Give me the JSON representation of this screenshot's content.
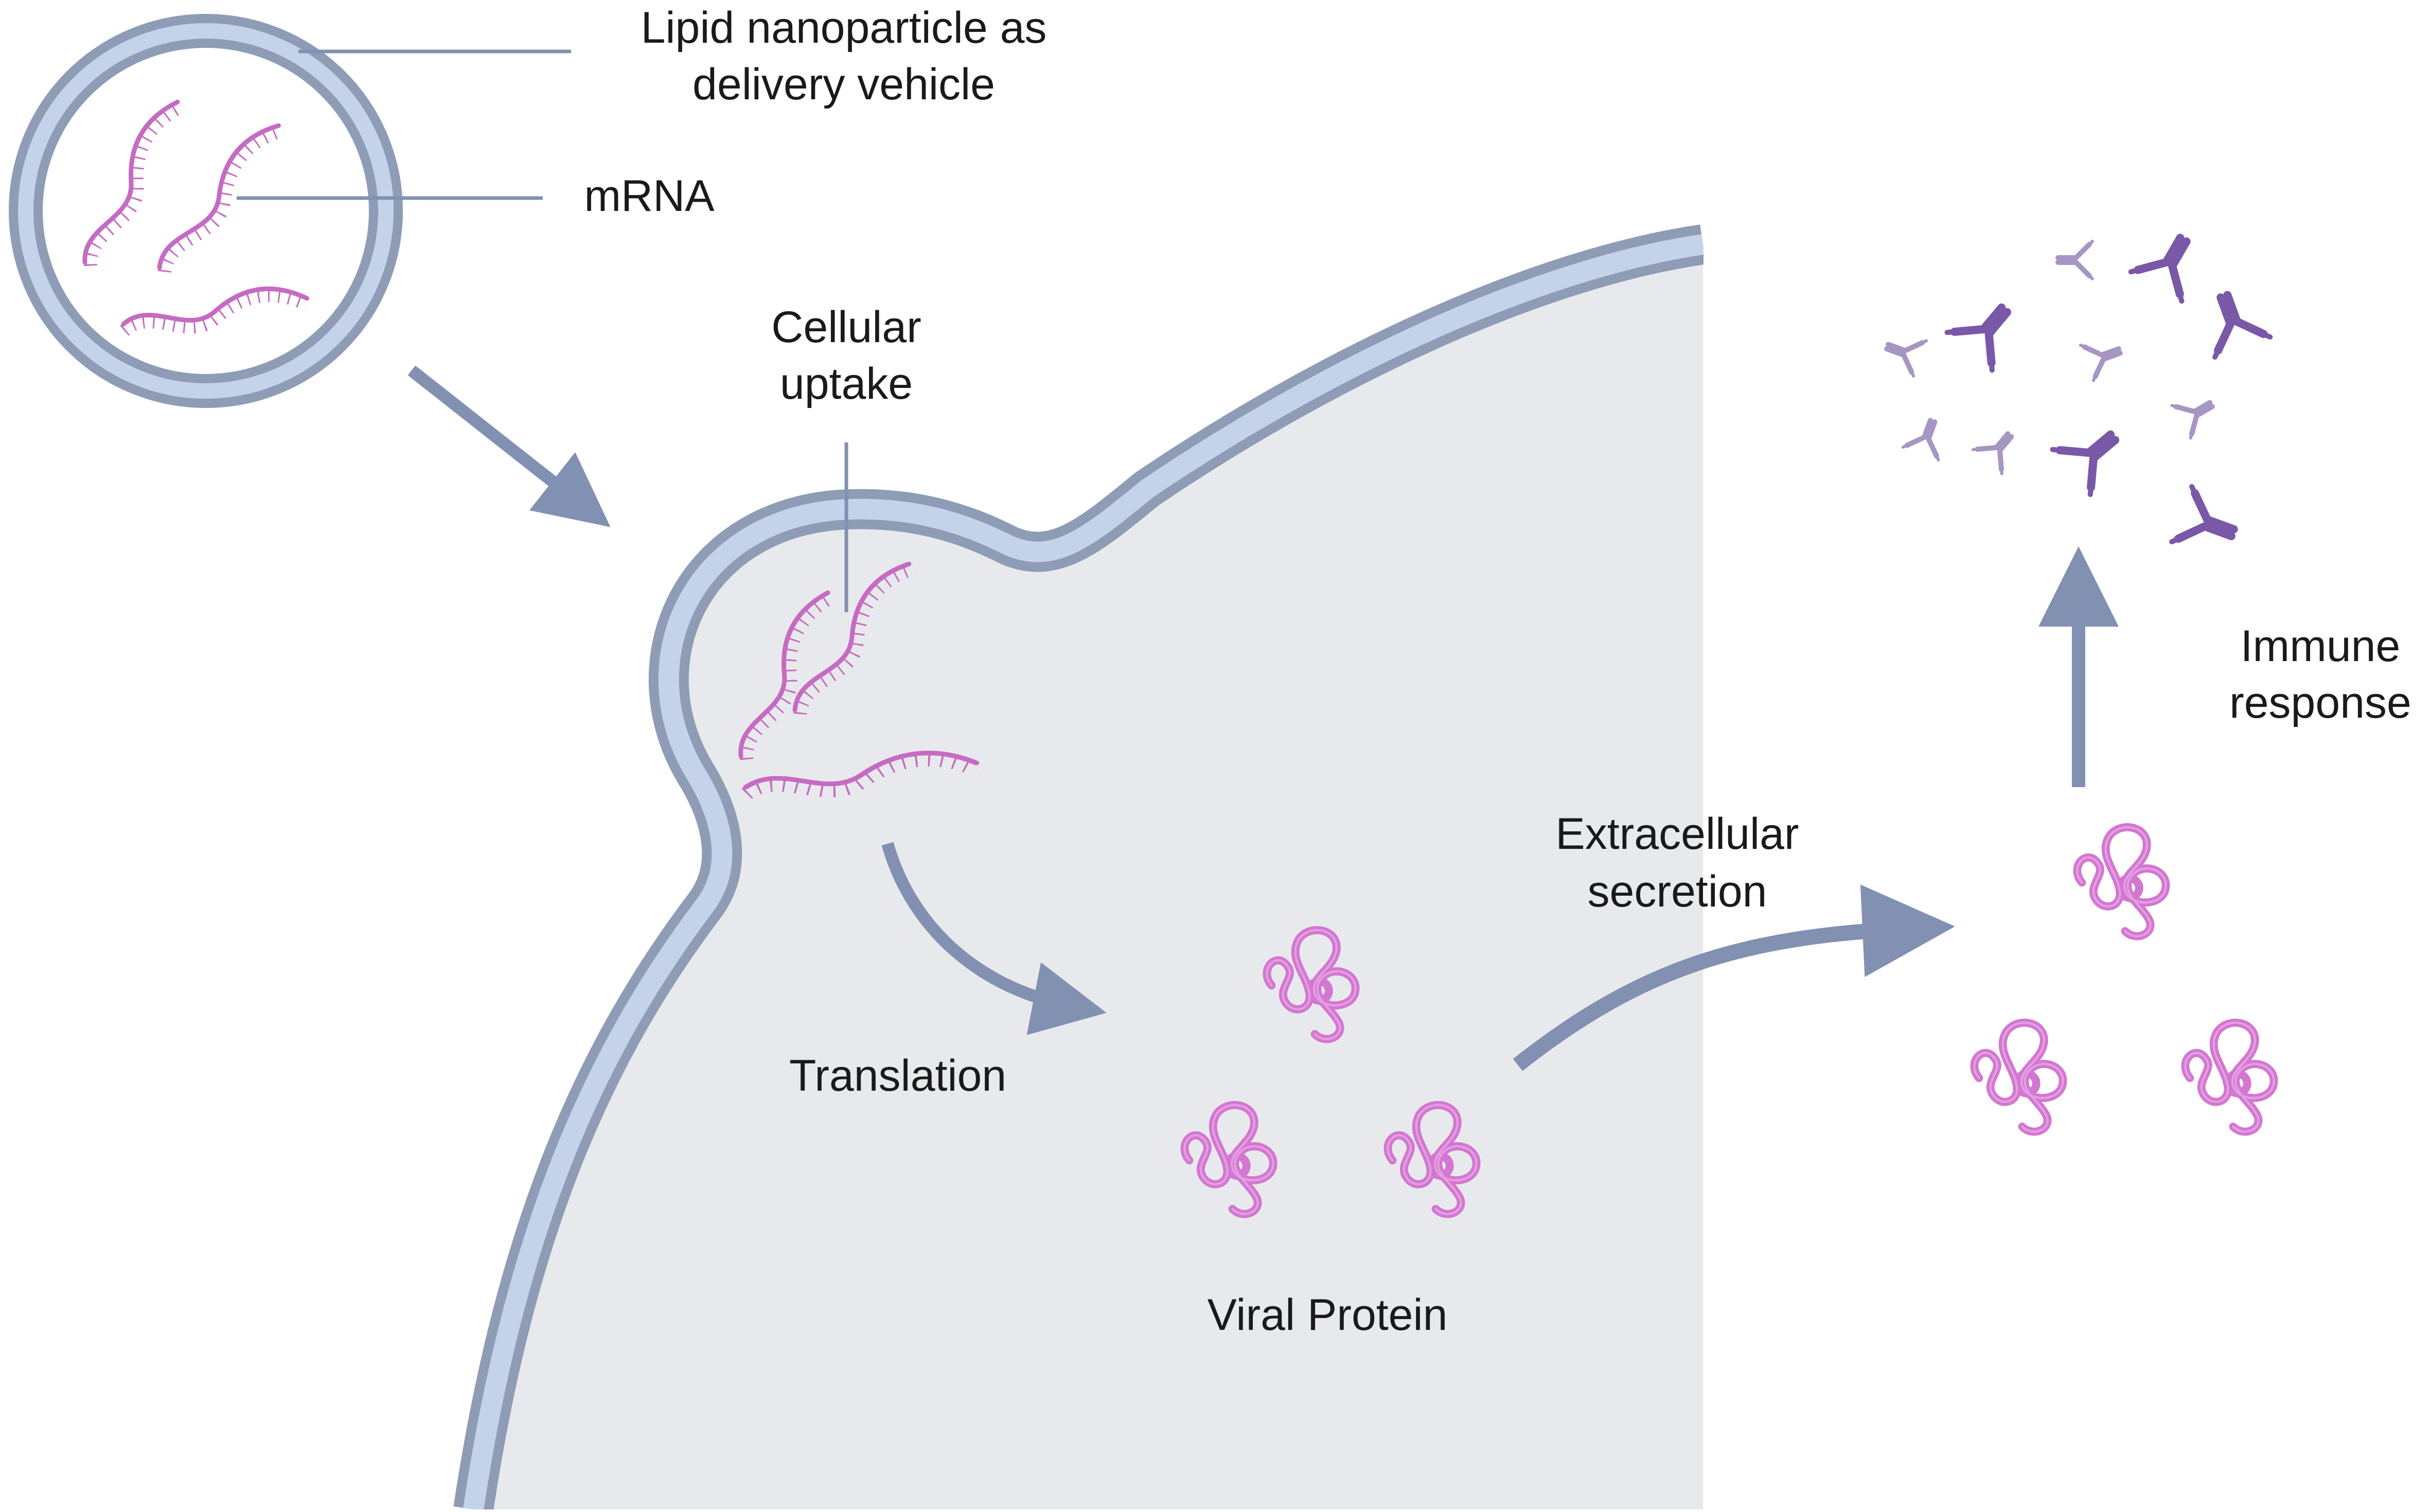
{
  "labels": {
    "lnp_line1": "Lipid nanoparticle as",
    "lnp_line2": "delivery vehicle",
    "mrna": "mRNA",
    "uptake_line1": "Cellular",
    "uptake_line2": "uptake",
    "translation": "Translation",
    "viral_protein": "Viral Protein",
    "secretion_line1": "Extracellular",
    "secretion_line2": "secretion",
    "immune_line1": "Immune",
    "immune_line2": "response"
  },
  "colors": {
    "membrane_outer": "#8e9db5",
    "membrane_inner": "#c4d3ea",
    "cytoplasm": "#e8e9ec",
    "mrna": "#c56bc2",
    "protein": "#d377d0",
    "arrow": "#8291b2",
    "antibody_dark": "#7a58a8",
    "antibody_light": "#a796c4"
  },
  "icons": {
    "mrna": "mrna-strand-icon",
    "protein": "folded-protein-icon",
    "antibody": "antibody-icon"
  }
}
